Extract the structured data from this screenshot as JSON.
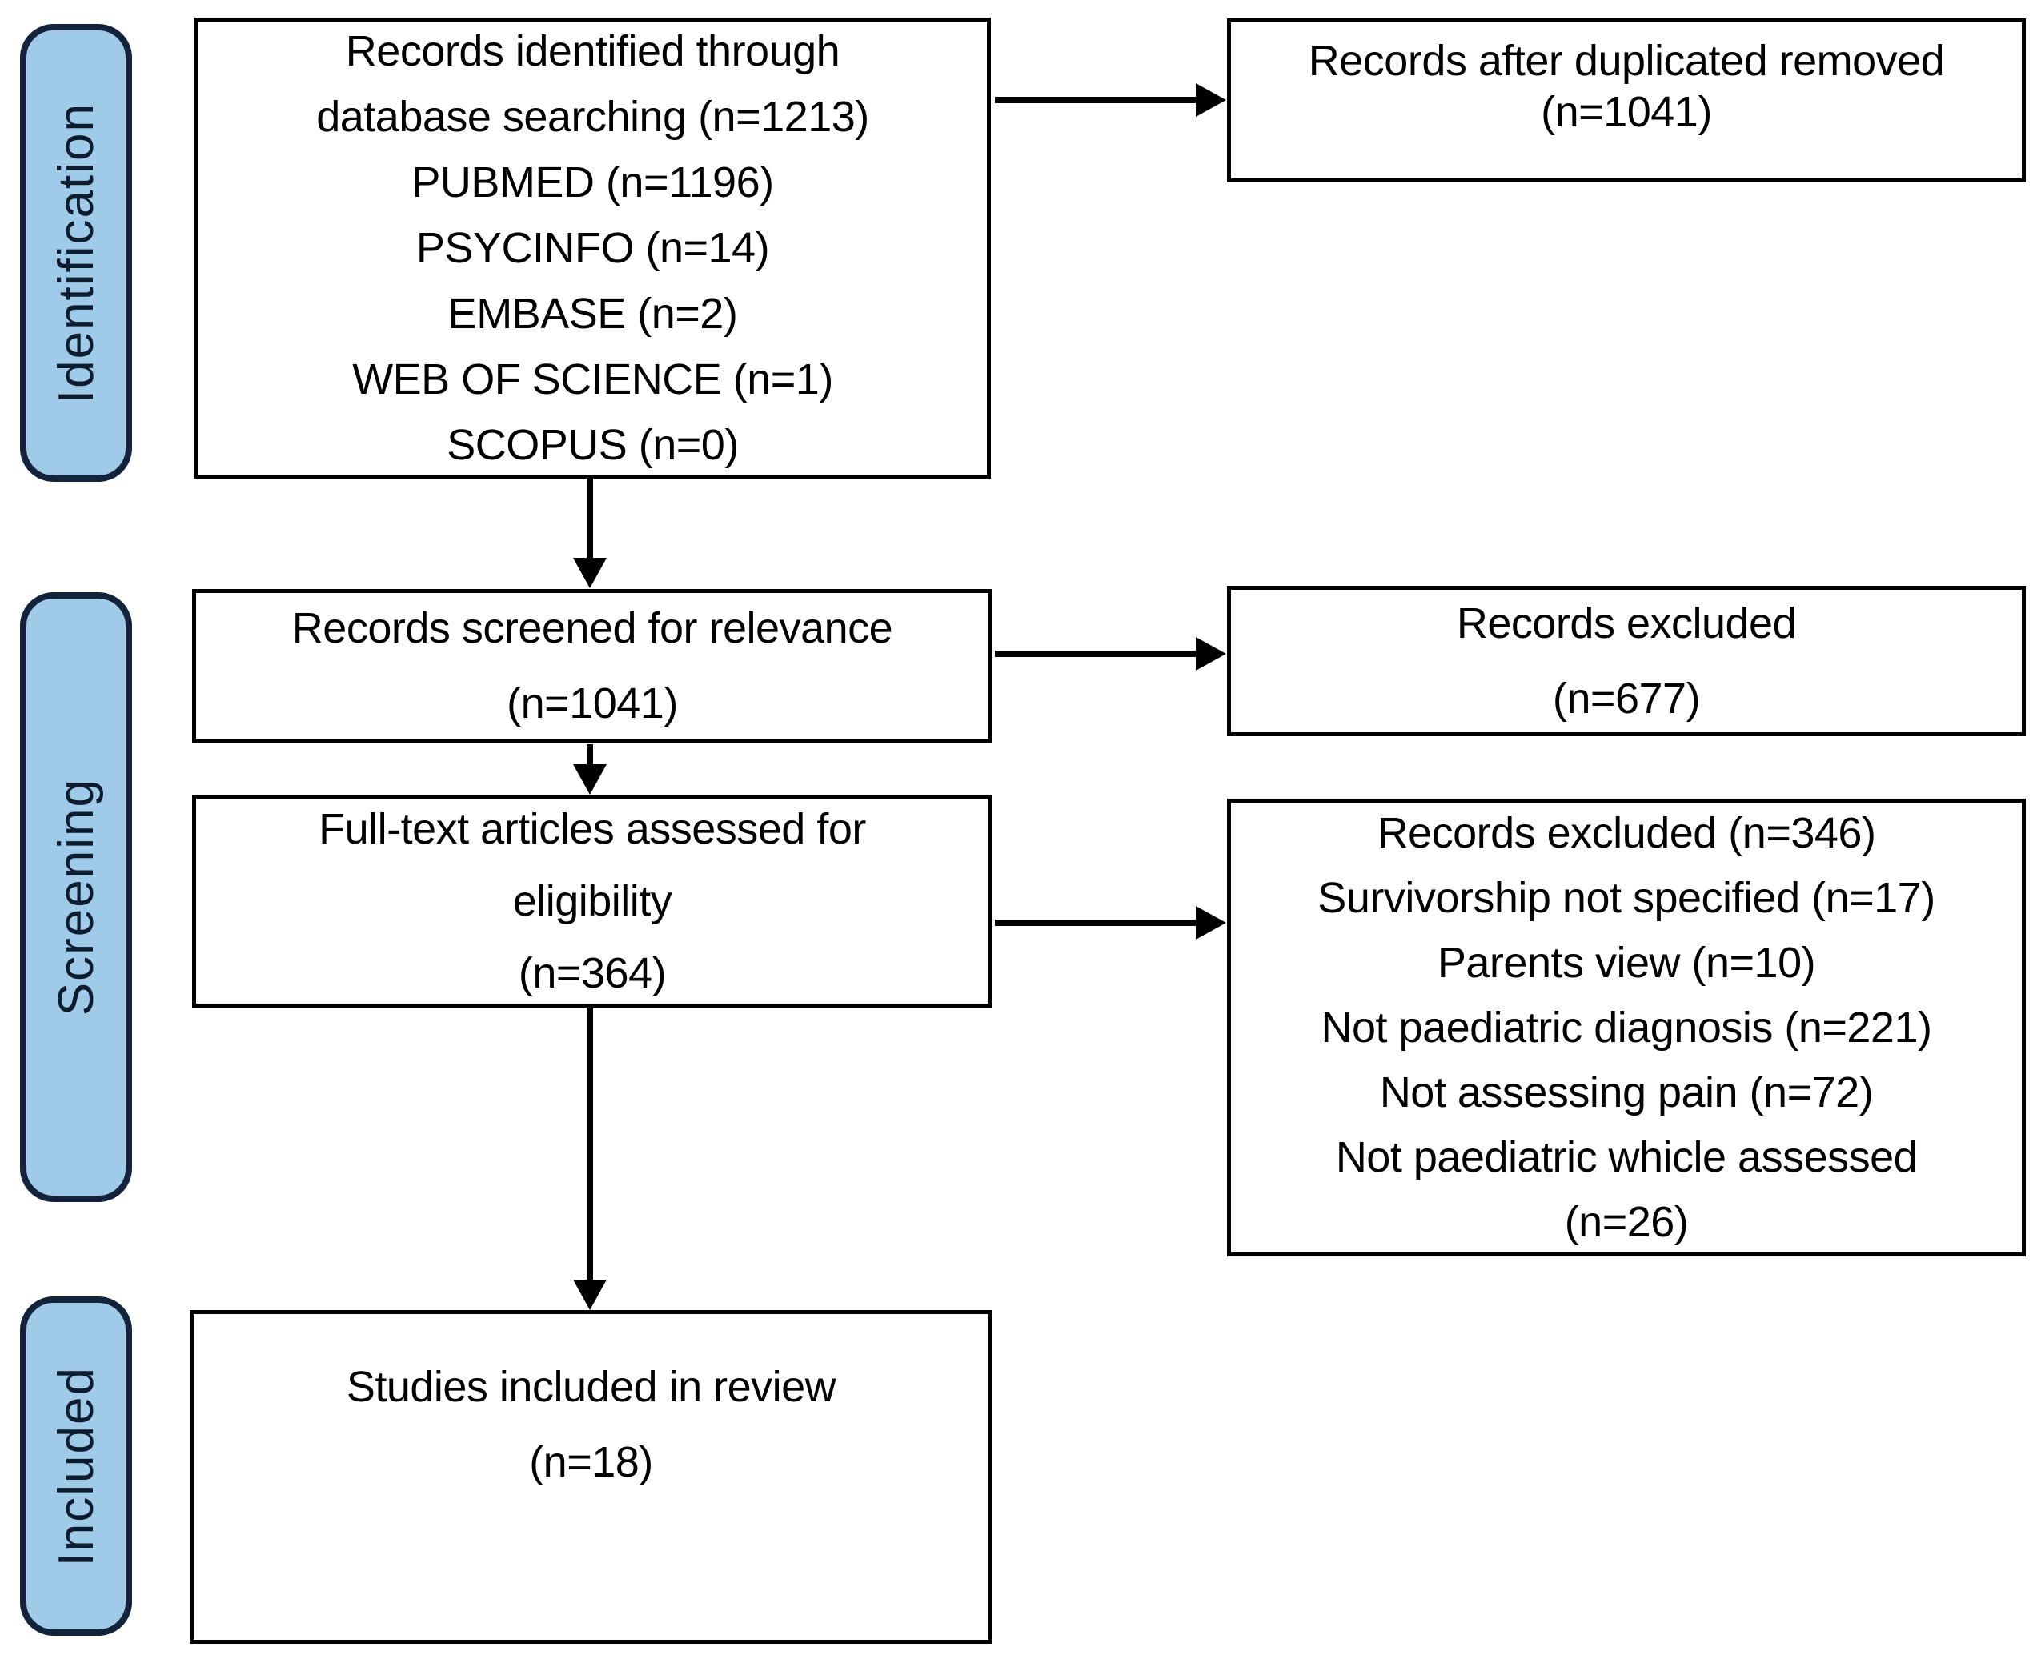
{
  "stages": {
    "identification": "Identification",
    "screening": "Screening",
    "included": "Included"
  },
  "boxes": {
    "identified": {
      "lines": [
        "Records identified through",
        "database searching (n=1213)",
        "PUBMED (n=1196)",
        "PSYCINFO (n=14)",
        "EMBASE (n=2)",
        "WEB OF SCIENCE (n=1)",
        "SCOPUS (n=0)"
      ]
    },
    "after_duplicates": {
      "lines": [
        "Records after duplicated removed",
        "(n=1041)"
      ]
    },
    "screened": {
      "lines": [
        "Records screened for relevance",
        "(n=1041)"
      ]
    },
    "excluded_screening": {
      "lines": [
        "Records excluded",
        "(n=677)"
      ]
    },
    "fulltext": {
      "lines": [
        "Full-text articles assessed for",
        "eligibility",
        "(n=364)"
      ]
    },
    "excluded_fulltext": {
      "lines": [
        "Records excluded (n=346)",
        "Survivorship not specified (n=17)",
        "Parents view (n=10)",
        "Not paediatric diagnosis (n=221)",
        "Not assessing pain (n=72)",
        "Not paediatric whicle assessed",
        "(n=26)"
      ]
    },
    "included_studies": {
      "lines": [
        "Studies included in review",
        "(n=18)"
      ]
    }
  },
  "colors": {
    "stage_fill": "#9fcbe8",
    "stage_border": "#13233c",
    "box_border": "#000000",
    "arrow": "#000000",
    "background": "#ffffff",
    "text": "#000000"
  }
}
